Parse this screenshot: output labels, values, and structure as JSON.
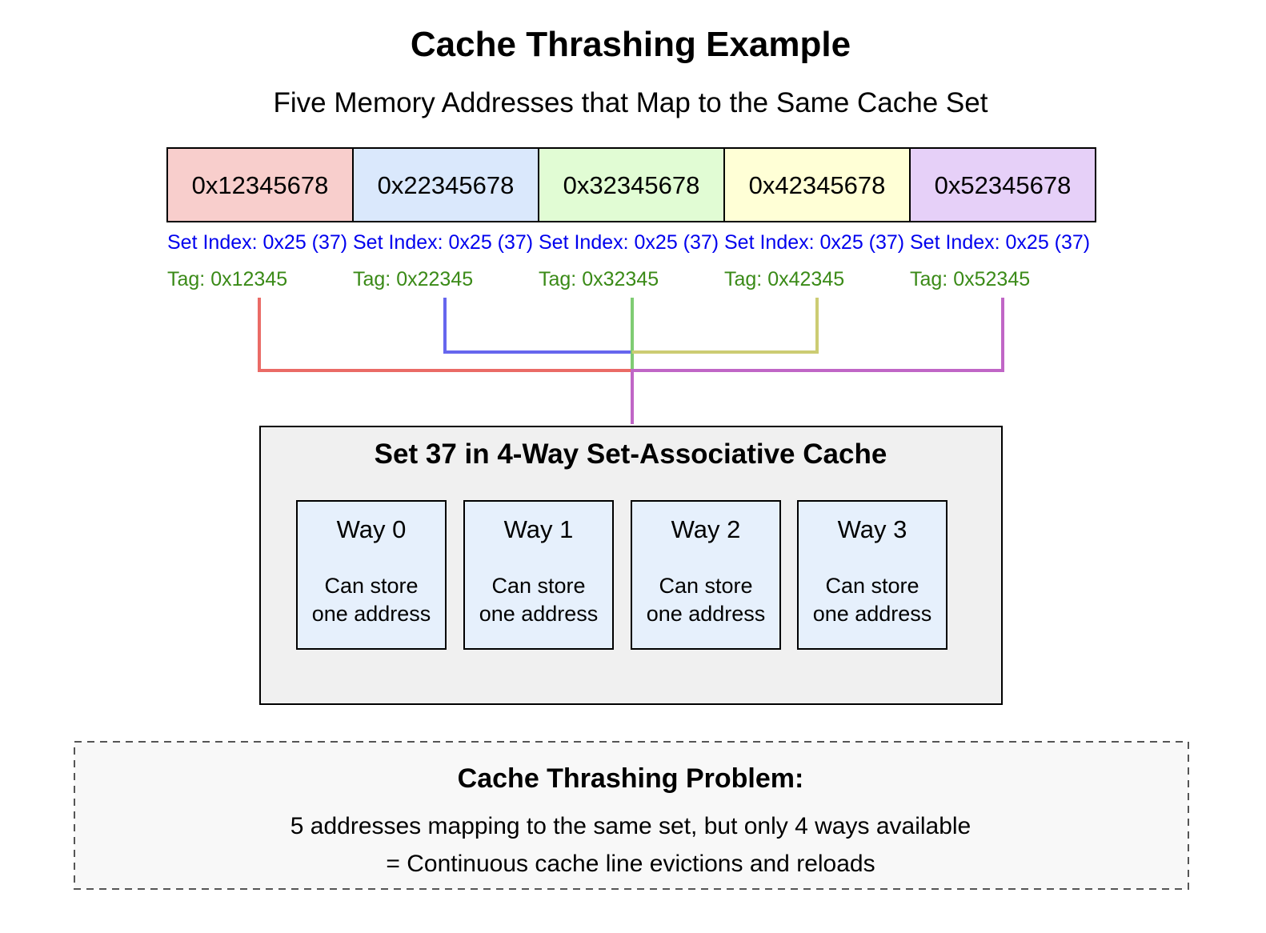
{
  "title": "Cache Thrashing Example",
  "subtitle": "Five Memory Addresses that Map to the Same Cache Set",
  "addresses": [
    {
      "value": "0x12345678",
      "set_index": "Set Index: 0x25 (37)",
      "tag": "Tag: 0x12345",
      "fill": "#f8cecc",
      "line_color": "#ea6b66"
    },
    {
      "value": "0x22345678",
      "set_index": "Set Index: 0x25 (37)",
      "tag": "Tag: 0x22345",
      "fill": "#dae8fc",
      "line_color": "#6666ee"
    },
    {
      "value": "0x32345678",
      "set_index": "Set Index: 0x25 (37)",
      "tag": "Tag: 0x32345",
      "fill": "#e1fcd4",
      "line_color": "#7fcc73"
    },
    {
      "value": "0x42345678",
      "set_index": "Set Index: 0x25 (37)",
      "tag": "Tag: 0x42345",
      "fill": "#ffffd6",
      "line_color": "#cccc73"
    },
    {
      "value": "0x52345678",
      "set_index": "Set Index: 0x25 (37)",
      "tag": "Tag: 0x52345",
      "fill": "#e6d0f8",
      "line_color": "#c066c6"
    }
  ],
  "cache": {
    "title": "Set 37 in 4-Way Set-Associative Cache",
    "ways": [
      {
        "label": "Way 0",
        "desc_line1": "Can store",
        "desc_line2": "one address"
      },
      {
        "label": "Way 1",
        "desc_line1": "Can store",
        "desc_line2": "one address"
      },
      {
        "label": "Way 2",
        "desc_line1": "Can store",
        "desc_line2": "one address"
      },
      {
        "label": "Way 3",
        "desc_line1": "Can store",
        "desc_line2": "one address"
      }
    ]
  },
  "problem": {
    "title": "Cache Thrashing Problem:",
    "line1": "5 addresses mapping to the same set, but only 4 ways available",
    "line2": "= Continuous cache line evictions and reloads"
  }
}
